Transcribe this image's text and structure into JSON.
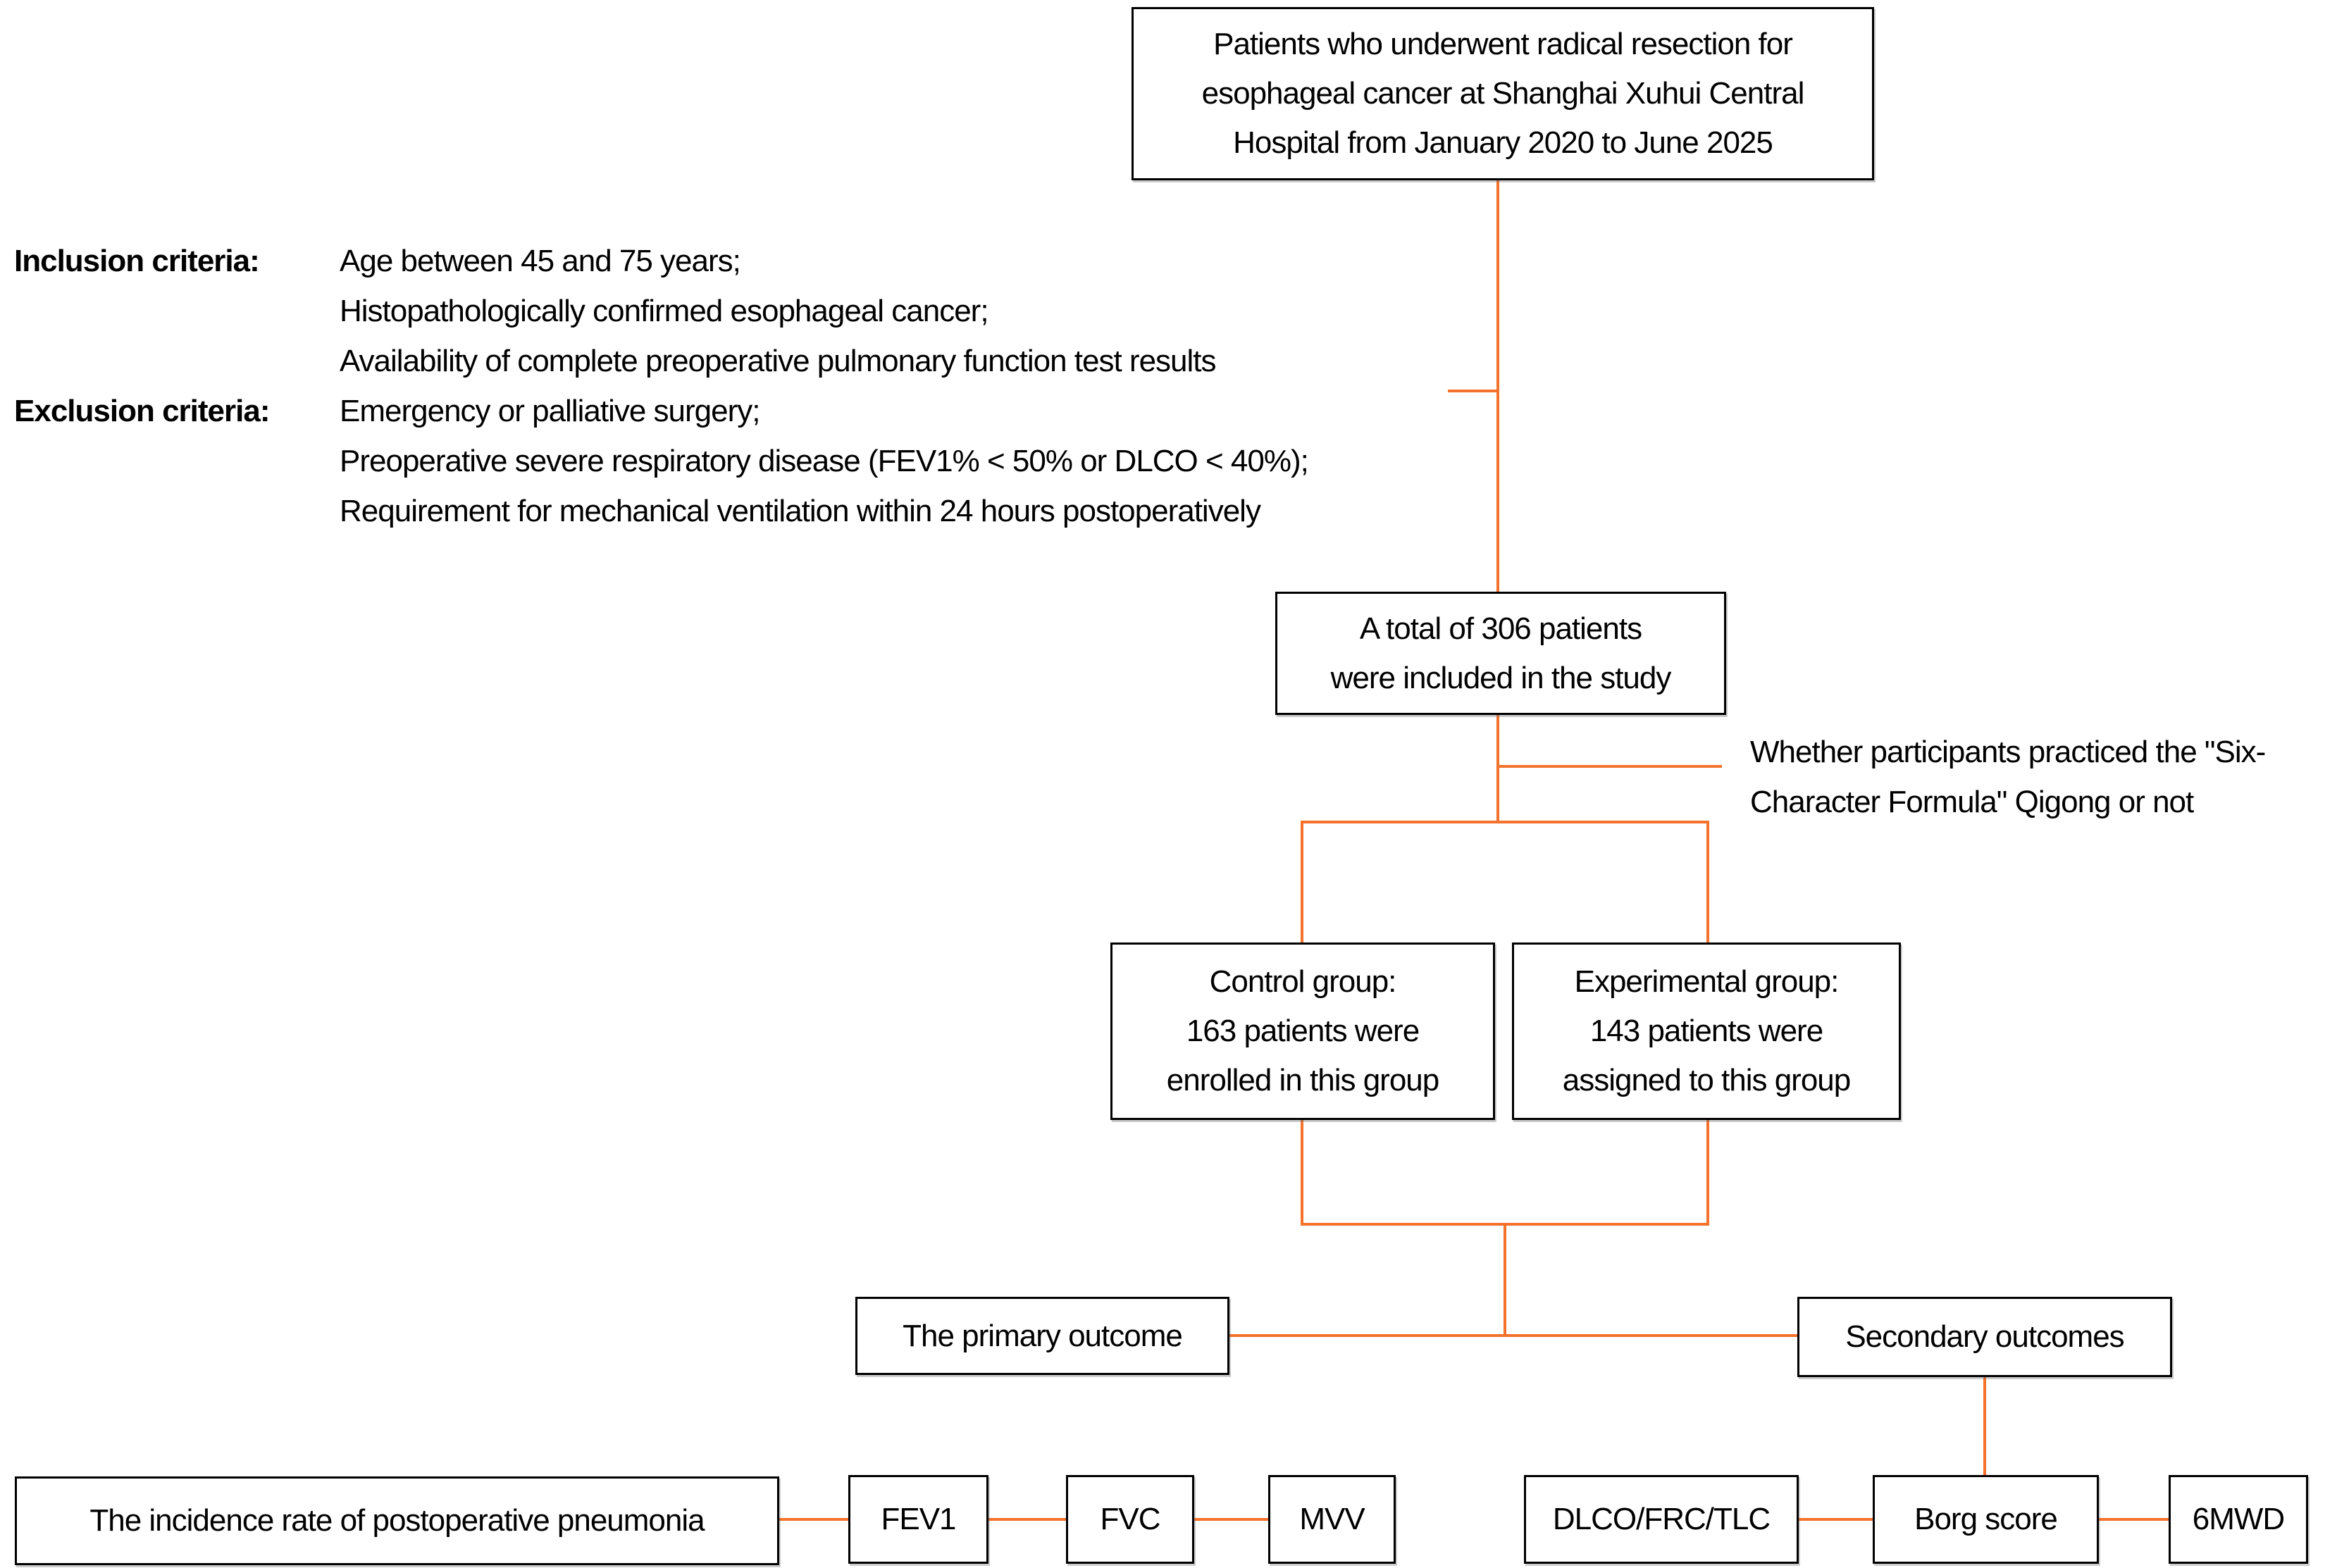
{
  "figure": {
    "type": "study-flowchart",
    "background": "#FFFFFF",
    "connector_color": "#F4722B",
    "box_border_color": "#000000",
    "text_color": "#000000"
  },
  "population_box": {
    "lines": [
      "Patients who underwent radical resection for",
      "esophageal cancer at Shanghai Xuhui Central",
      "Hospital from January 2020 to June 2025"
    ]
  },
  "criteria": {
    "inclusion_label": "Inclusion criteria:",
    "inclusion_items": [
      "Age between 45 and 75 years;",
      "Histopathologically confirmed esophageal cancer;",
      "Availability of complete preoperative pulmonary function test results"
    ],
    "exclusion_label": "Exclusion criteria:",
    "exclusion_items": [
      "Emergency or palliative surgery;",
      "Preoperative severe respiratory disease (FEV1% < 50% or DLCO < 40%);",
      "Requirement for mechanical ventilation within 24 hours postoperatively"
    ]
  },
  "enrollment_box": {
    "lines": [
      "A total of 306 patients",
      "were included in the study"
    ]
  },
  "grouping_note": {
    "lines": [
      "Whether participants practiced the \"Six-",
      "Character Formula\" Qigong or not"
    ]
  },
  "control_box": {
    "lines": [
      "Control group:",
      "163 patients were",
      "enrolled in this group"
    ]
  },
  "experimental_box": {
    "lines": [
      "Experimental group:",
      "143 patients were",
      "assigned to this group"
    ]
  },
  "primary_outcome_box": {
    "label": "The primary outcome"
  },
  "secondary_outcomes_box": {
    "label": "Secondary outcomes"
  },
  "primary_outcome_measures": [
    "The incidence rate of postoperative pneumonia",
    "FEV1",
    "FVC",
    "MVV"
  ],
  "secondary_outcome_measures": [
    "DLCO/FRC/TLC",
    "Borg score",
    "6MWD"
  ]
}
